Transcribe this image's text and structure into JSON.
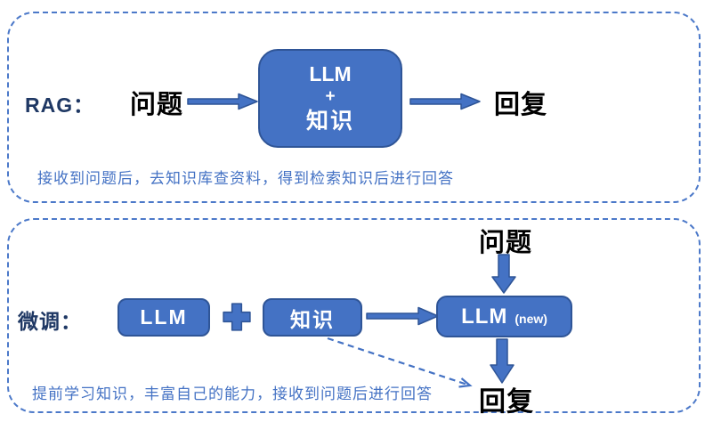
{
  "colors": {
    "box_fill": "#4472C4",
    "box_border": "#2F5597",
    "dashed_border": "#4C79C9",
    "label_navy": "#1F3864",
    "caption_blue": "#4472C4",
    "box_text": "#FFFFFF",
    "text_black": "#000000"
  },
  "rag": {
    "label": "RAG：",
    "question": "问题",
    "box_line1": "LLM",
    "box_line2": "+",
    "box_line3": "知识",
    "reply": "回复",
    "caption": "接收到问题后，去知识库查资料，得到检索知识后进行回答"
  },
  "finetune": {
    "label": "微调：",
    "llm": "LLM",
    "plus": "+",
    "knowledge": "知识",
    "llm_new": "LLM",
    "llm_new_suffix": "(new)",
    "question": "问题",
    "reply": "回复",
    "caption": "提前学习知识，丰富自己的能力，接收到问题后进行回答"
  }
}
